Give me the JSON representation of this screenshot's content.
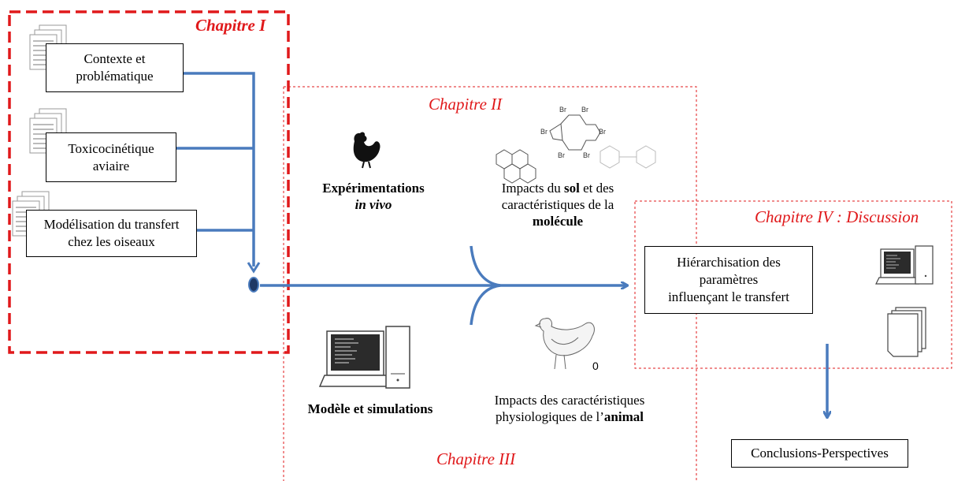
{
  "chapters": {
    "ch1": "Chapitre I",
    "ch2": "Chapitre II",
    "ch3": "Chapitre III",
    "ch4": "Chapitre IV  : Discussion"
  },
  "boxes": {
    "contexte": [
      "Contexte et",
      "problématique"
    ],
    "toxico": [
      "Toxicocinétique",
      "aviaire"
    ],
    "modelisation": [
      "Modélisation du transfert",
      "chez les oiseaux"
    ],
    "hierarchisation": [
      "Hiérarchisation des",
      "paramètres",
      "influençant le transfert"
    ],
    "conclusions": "Conclusions-Perspectives"
  },
  "labels": {
    "experimentations_bold": "Expérimentations",
    "experimentations_italic": "in vivo",
    "sol_line1_pre": "Impacts du ",
    "sol_line1_bold": "sol",
    "sol_line1_post": " et des",
    "sol_line2": "caractéristiques de la",
    "sol_line3_bold": "molécule",
    "modele": "Modèle et simulations",
    "animal_line1": "Impacts des caractéristiques",
    "animal_line2_pre": "physiologiques de l’",
    "animal_line2_bold": "animal",
    "zero_mark": "0"
  },
  "molecule_labels": [
    "Br",
    "Br",
    "Br",
    "Br",
    "Br",
    "Br"
  ],
  "icons": [
    "document-stack-icon",
    "chicken-icon",
    "molecule-icon",
    "computer-icon",
    "hen-icon"
  ],
  "colors": {
    "chapter_red": "#e0191b",
    "flow_blue": "#4a7bbd",
    "node_dark": "#1f3864"
  }
}
